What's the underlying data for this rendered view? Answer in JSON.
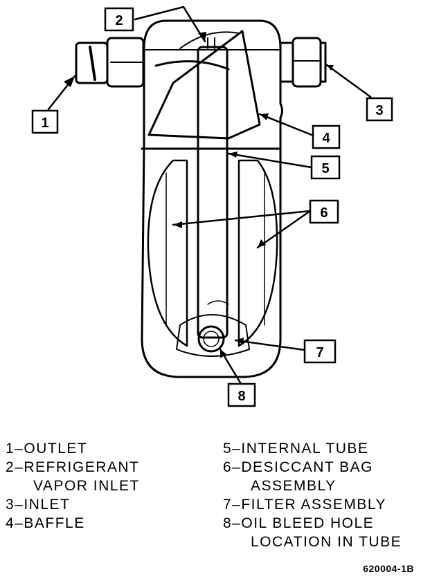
{
  "callouts": [
    "1",
    "2",
    "3",
    "4",
    "5",
    "6",
    "7",
    "8"
  ],
  "legend": {
    "left": [
      {
        "text": "1–OUTLET",
        "indent": false
      },
      {
        "text": "2–REFRIGERANT",
        "indent": false
      },
      {
        "text": "VAPOR INLET",
        "indent": true
      },
      {
        "text": "3–INLET",
        "indent": false
      },
      {
        "text": "4–BAFFLE",
        "indent": false
      }
    ],
    "right": [
      {
        "text": "5–INTERNAL TUBE",
        "indent": false
      },
      {
        "text": "6–DESICCANT BAG",
        "indent": false
      },
      {
        "text": "ASSEMBLY",
        "indent": true
      },
      {
        "text": "7–FILTER ASSEMBLY",
        "indent": false
      },
      {
        "text": "8–OIL BLEED HOLE",
        "indent": false
      },
      {
        "text": "LOCATION  IN  TUBE",
        "indent": true
      }
    ]
  },
  "figure_code": "620004-1B"
}
